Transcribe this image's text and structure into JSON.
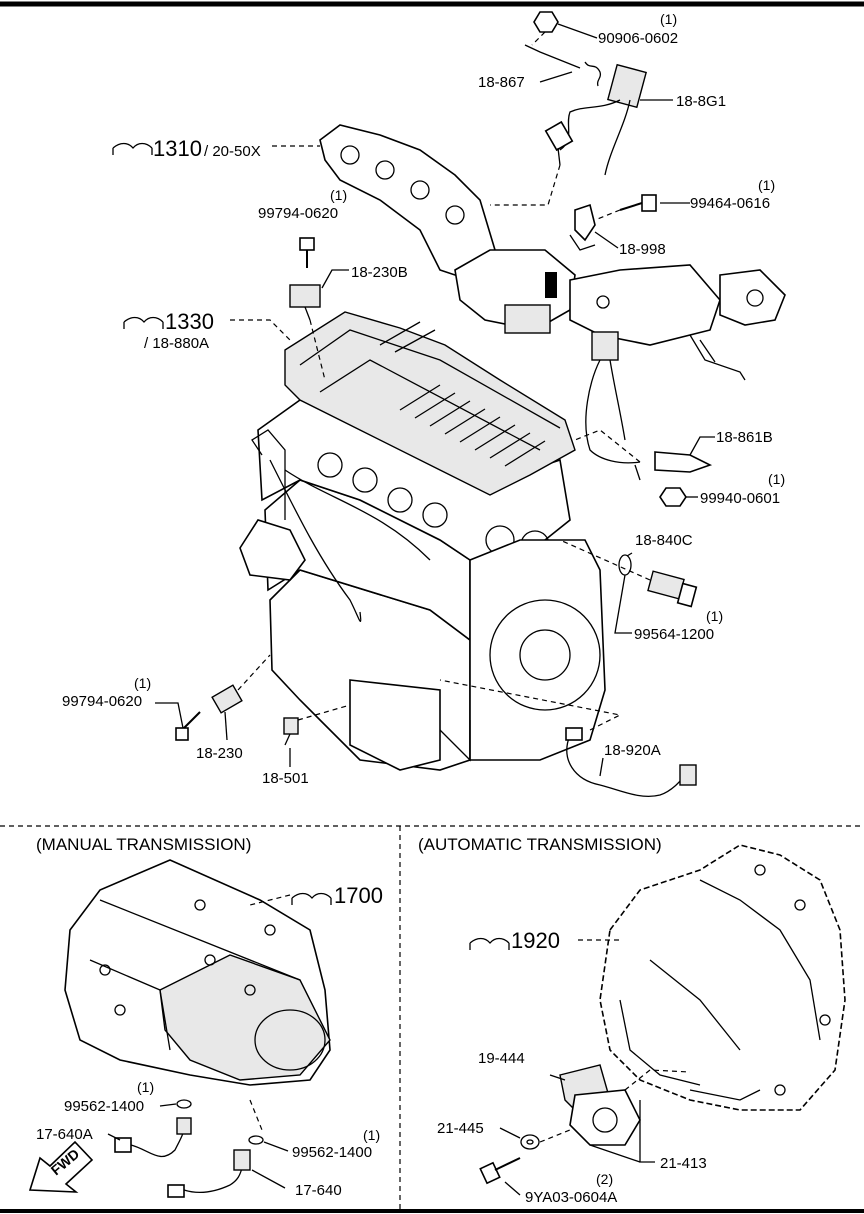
{
  "sections": {
    "manual": "(MANUAL TRANSMISSION)",
    "automatic": "(AUTOMATIC TRANSMISSION)"
  },
  "refs": {
    "r1310": "1310",
    "r1310_sub": "/ 20-50X",
    "r1330": "1330",
    "r1330_sub": "/ 18-880A",
    "r1700": "1700",
    "r1920": "1920"
  },
  "parts": {
    "p90906_0602": "90906-0602",
    "p90906_0602_qty": "(1)",
    "p18_867": "18-867",
    "p18_8G1": "18-8G1",
    "p99464_0616": "99464-0616",
    "p99464_0616_qty": "(1)",
    "p18_998": "18-998",
    "p99794_0620_top": "99794-0620",
    "p99794_0620_top_qty": "(1)",
    "p18_230B": "18-230B",
    "p18_861B": "18-861B",
    "p99940_0601": "99940-0601",
    "p99940_0601_qty": "(1)",
    "p18_840C": "18-840C",
    "p99564_1200": "99564-1200",
    "p99564_1200_qty": "(1)",
    "p99794_0620_bot": "99794-0620",
    "p99794_0620_bot_qty": "(1)",
    "p18_230": "18-230",
    "p18_501": "18-501",
    "p18_920A": "18-920A",
    "p99562_1400_a": "99562-1400",
    "p99562_1400_a_qty": "(1)",
    "p17_640A": "17-640A",
    "p99562_1400_b": "99562-1400",
    "p99562_1400_b_qty": "(1)",
    "p17_640": "17-640",
    "p19_444": "19-444",
    "p21_445": "21-445",
    "p21_413": "21-413",
    "p9YA03": "9YA03-0604A",
    "p9YA03_qty": "(2)"
  },
  "fwd": "FWD"
}
